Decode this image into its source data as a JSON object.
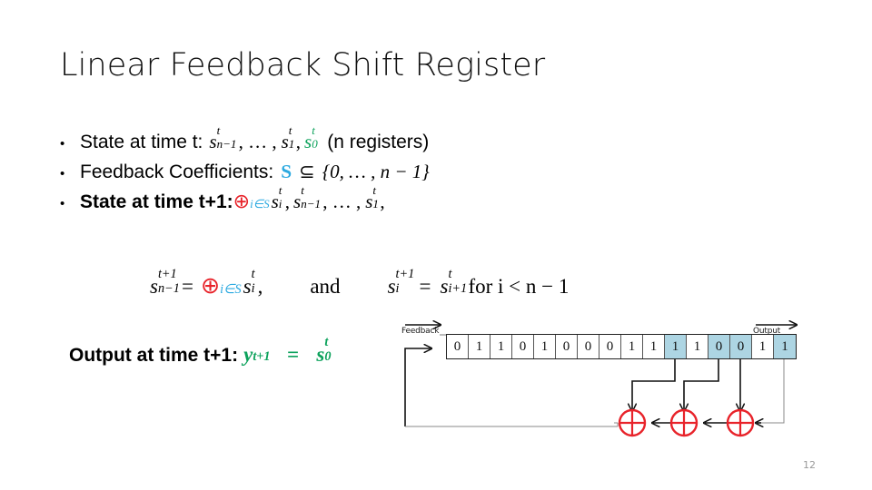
{
  "slide": {
    "title": "Linear Feedback Shift Register",
    "page_number": "12"
  },
  "colors": {
    "green": "#0DA25C",
    "cyan": "#2BA9E0",
    "red": "#E8232A",
    "tap_cell_fill": "#ADD5E3",
    "page_number": "#9a9a9a"
  },
  "bullets": [
    {
      "label": "State at time t:",
      "bold": false,
      "math": {
        "term1_base": "s",
        "term1_sup": "t",
        "term1_sub": "n−1",
        "ellipsis": ", … ,",
        "term2_base": "s",
        "term2_sup": "t",
        "term2_sub": "1",
        "comma": ",",
        "term3_base": "s",
        "term3_sup": "t",
        "term3_sub": "0",
        "trailing": "(n registers)"
      }
    },
    {
      "label": "Feedback Coefficients:",
      "bold": false,
      "math": {
        "set_symbol": "S",
        "subset": "⊆",
        "set_body": "{0, … , n − 1}"
      }
    },
    {
      "label": "State at time t+1:",
      "bold": true,
      "math": {
        "oplus": "⊕",
        "oplus_sub": "i∈S",
        "term1_base": "s",
        "term1_sup": "t",
        "term1_sub": "i",
        "comma1": ",",
        "term2_base": "s",
        "term2_sup": "t",
        "term2_sub": "n−1",
        "ellipsis": ", … ,",
        "term3_base": "s",
        "term3_sup": "t",
        "term3_sub": "1",
        "comma2": ","
      }
    }
  ],
  "equation": {
    "lhs_base": "s",
    "lhs_sup": "t+1",
    "lhs_sub": "n−1",
    "equals1": "=",
    "oplus": "⊕",
    "oplus_sub": "i∈S",
    "rhs1_base": "s",
    "rhs1_sup": "t",
    "rhs1_sub": "i",
    "comma": ",",
    "and": "and",
    "lhs2_base": "s",
    "lhs2_sup": "t+1",
    "lhs2_sub": "i",
    "equals2": "=",
    "rhs2_base": "s",
    "rhs2_sup": "t",
    "rhs2_sub": "i+1",
    "condition": "for i < n − 1"
  },
  "output": {
    "label": "Output at time t+1:",
    "formula_y": "y",
    "formula_y_sub": "t+1",
    "formula_equals": "=",
    "formula_s": "s",
    "formula_s_sup": "t",
    "formula_s_sub": "0"
  },
  "diagram": {
    "feedback_label": "Feedback",
    "output_label": "Output",
    "register_bits": [
      "0",
      "1",
      "1",
      "0",
      "1",
      "0",
      "0",
      "0",
      "1",
      "1",
      "1",
      "1",
      "0",
      "0",
      "1",
      "1"
    ],
    "tap_indices": [
      10,
      12,
      13,
      15
    ],
    "xor_gate_symbol": "⊕",
    "xor_gate_count": 3
  }
}
